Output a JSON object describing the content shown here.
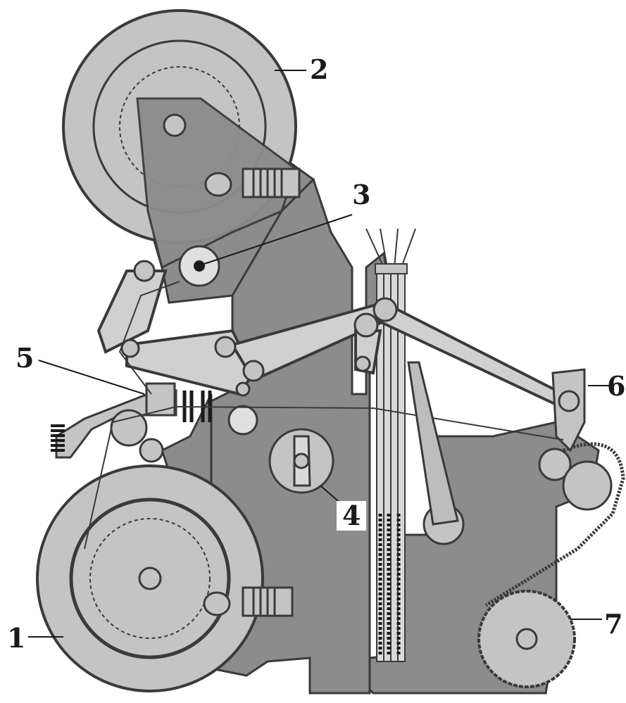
{
  "diagram": {
    "labels": {
      "l1": "1",
      "l2": "2",
      "l3": "3",
      "l4": "4",
      "l5": "5",
      "l6": "6",
      "l7": "7"
    },
    "colors": {
      "frame": "#8c8c8c",
      "beam": "#c4c4c4",
      "line": "#3a3a3a",
      "background": "#ffffff"
    }
  }
}
